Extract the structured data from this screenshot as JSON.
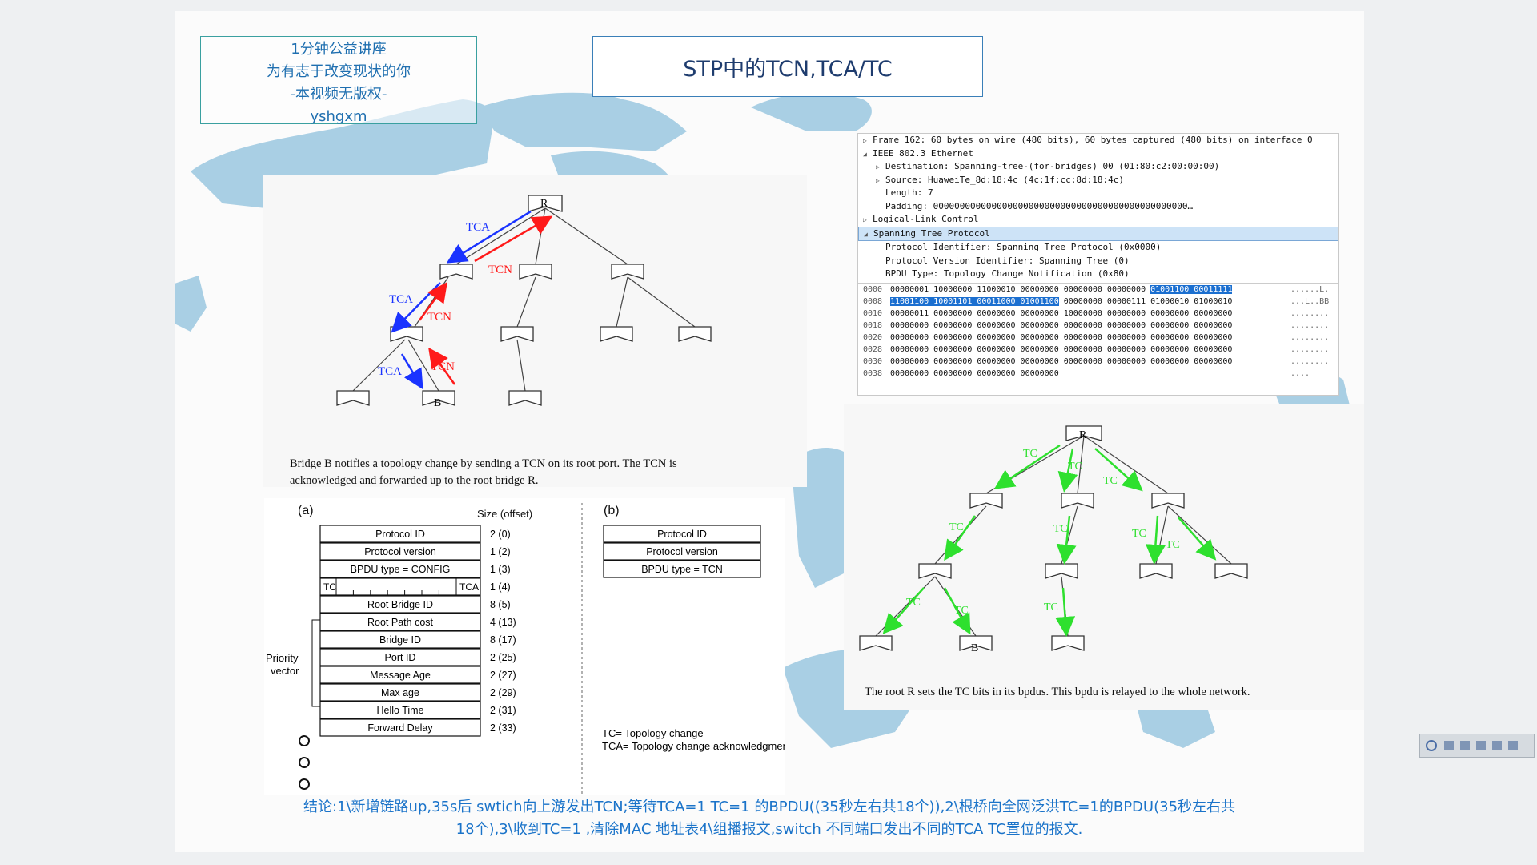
{
  "notice_lines": [
    "1分钟公益讲座",
    "为有志于改变现状的你",
    "-本视频无版权-",
    "yshgxm"
  ],
  "title": "STP中的TCN,TCA/TC",
  "diagram1": {
    "caption_line1": "Bridge B notifies a topology change by sending a TCN on its root port. The TCN is",
    "caption_line2": "acknowledged and forwarded up to the root bridge R.",
    "labels": {
      "root": "R",
      "b": "B",
      "tca": "TCA",
      "tcn": "TCN"
    }
  },
  "diagram2": {
    "caption": "The root R sets the TC bits in its bpdus. This bpdu is relayed to the whole network.",
    "labels": {
      "root": "R",
      "b": "B",
      "tc": "TC"
    }
  },
  "bpdu": {
    "label_a": "(a)",
    "label_b": "(b)",
    "size_header": "Size (offset)",
    "priority_vector": [
      "Priority",
      "vector"
    ],
    "fields_a": [
      {
        "name": "Protocol ID",
        "size": "2 (0)"
      },
      {
        "name": "Protocol version",
        "size": "1 (2)"
      },
      {
        "name": "BPDU type = CONFIG",
        "size": "1 (3)"
      },
      {
        "name": "",
        "size": "1 (4)"
      },
      {
        "name": "Root Bridge ID",
        "size": "8 (5)"
      },
      {
        "name": "Root Path cost",
        "size": "4 (13)"
      },
      {
        "name": "Bridge ID",
        "size": "8 (17)"
      },
      {
        "name": "Port ID",
        "size": "2 (25)"
      },
      {
        "name": "Message Age",
        "size": "2 (27)"
      },
      {
        "name": "Max age",
        "size": "2 (29)"
      },
      {
        "name": "Hello Time",
        "size": "2 (31)"
      },
      {
        "name": "Forward Delay",
        "size": "2 (33)"
      }
    ],
    "flag_tc": "TC",
    "flag_tca": "TCA",
    "fields_b": [
      "Protocol ID",
      "Protocol version",
      "BPDU type = TCN"
    ],
    "legend_line1": "TC= Topology change",
    "legend_line2": "TCA= Topology change acknowledgment"
  },
  "wireshark": {
    "tree": [
      {
        "marker": "▷",
        "indent": 0,
        "text": "Frame 162: 60 bytes on wire (480 bits), 60 bytes captured (480 bits) on interface 0"
      },
      {
        "marker": "◢",
        "indent": 0,
        "text": "IEEE 802.3 Ethernet"
      },
      {
        "marker": "▷",
        "indent": 1,
        "text": "Destination: Spanning-tree-(for-bridges)_00 (01:80:c2:00:00:00)"
      },
      {
        "marker": "▷",
        "indent": 1,
        "text": "Source: HuaweiTe_8d:18:4c (4c:1f:cc:8d:18:4c)"
      },
      {
        "marker": "",
        "indent": 1,
        "text": "Length: 7"
      },
      {
        "marker": "",
        "indent": 1,
        "text": "Padding: 000000000000000000000000000000000000000000000000…"
      },
      {
        "marker": "▷",
        "indent": 0,
        "text": "Logical-Link Control"
      },
      {
        "marker": "◢",
        "indent": 0,
        "text": "Spanning Tree Protocol",
        "selected": true
      },
      {
        "marker": "",
        "indent": 1,
        "text": "Protocol Identifier: Spanning Tree Protocol (0x0000)"
      },
      {
        "marker": "",
        "indent": 1,
        "text": "Protocol Version Identifier: Spanning Tree (0)"
      },
      {
        "marker": "",
        "indent": 1,
        "text": "BPDU Type: Topology Change Notification (0x80)"
      }
    ],
    "hex": [
      {
        "offset": "0000",
        "plain": "00000001 10000000 11000010 00000000 00000000 00000000 ",
        "hl": "01001100 00011111",
        "ascii": "......L."
      },
      {
        "offset": "0008",
        "hlpre": "11001100 10001101 00011000 01001100",
        "plain": " 00000000 00000111 01000010 01000010",
        "ascii": "...L..BB"
      },
      {
        "offset": "0010",
        "plain": "00000011 00000000 00000000 00000000 10000000 00000000 00000000 00000000",
        "ascii": "........"
      },
      {
        "offset": "0018",
        "plain": "00000000 00000000 00000000 00000000 00000000 00000000 00000000 00000000",
        "ascii": "........"
      },
      {
        "offset": "0020",
        "plain": "00000000 00000000 00000000 00000000 00000000 00000000 00000000 00000000",
        "ascii": "........"
      },
      {
        "offset": "0028",
        "plain": "00000000 00000000 00000000 00000000 00000000 00000000 00000000 00000000",
        "ascii": "........"
      },
      {
        "offset": "0030",
        "plain": "00000000 00000000 00000000 00000000 00000000 00000000 00000000 00000000",
        "ascii": "........"
      },
      {
        "offset": "0038",
        "plain": "00000000 00000000 00000000 00000000",
        "ascii": "...."
      }
    ]
  },
  "conclusion_line1": "结论:1\\新增链路up,35s后 swtich向上游发出TCN;等待TCA=1 TC=1 的BPDU((35秒左右共18个)),2\\根桥向全网泛洪TC=1的BPDU(35秒左右共",
  "conclusion_line2": "18个),3\\收到TC=1 ,清除MAC 地址表4\\组播报文,switch 不同端口发出不同的TCA TC置位的报文.",
  "colors": {
    "tca": "#1a33ff",
    "tcn": "#ff1a1a",
    "tc": "#2ee02e",
    "map": "#a9cfe4",
    "title_text": "#1e3c6e",
    "notice_text": "#1f6fb0",
    "conclusion_text": "#1a73c9"
  }
}
